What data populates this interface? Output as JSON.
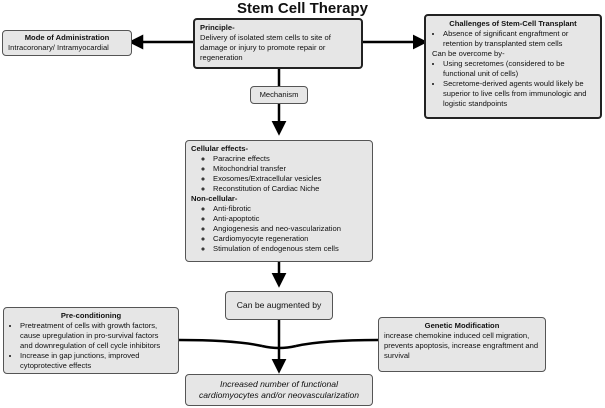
{
  "title": "Stem Cell Therapy",
  "mode": {
    "heading": "Mode of Administration",
    "text": "Intracoronary/ Intramyocardial"
  },
  "principle": {
    "heading": "Principle-",
    "text": "Delivery of isolated stem cells to site of damage or injury to promote repair or regeneration"
  },
  "challenges": {
    "heading": "Challenges of Stem-Cell Transplant",
    "items": [
      "Absence of significant engraftment or retention by transplanted stem cells"
    ],
    "overcome": "Can be overcome by-",
    "overcome_items": [
      "Using secretomes (considered to be functional unit of cells)",
      "Secretome-derived agents would likely be superior to live cells from immunologic and logistic standpoints"
    ]
  },
  "mechanism": "Mechanism",
  "effects": {
    "cellular_heading": "Cellular effects-",
    "cellular": [
      "Paracrine effects",
      "Mitochondrial transfer",
      "Exosomes/Extracellular vesicles",
      "Reconstitution of Cardiac Niche"
    ],
    "noncellular_heading": "Non-cellular-",
    "noncellular": [
      "Anti-fibrotic",
      "Anti-apoptotic",
      "Angiogenesis and neo-vascularization",
      "Cardiomyocyte regeneration",
      "Stimulation of endogenous stem cells"
    ]
  },
  "augmented": "Can be augmented by",
  "preconditioning": {
    "heading": "Pre-conditioning",
    "items": [
      "Pretreatment of cells with growth factors, cause upregulation in pro-survival factors and downregulation of cell cycle inhibitors",
      "Increase in gap junctions, improved cytoprotective effects"
    ]
  },
  "genetic": {
    "heading": "Genetic Modification",
    "text": "increase chemokine induced cell migration, prevents apoptosis, increase engraftment and survival"
  },
  "outcome": "Increased number of functional cardiomyocytes and/or neovascularization"
}
